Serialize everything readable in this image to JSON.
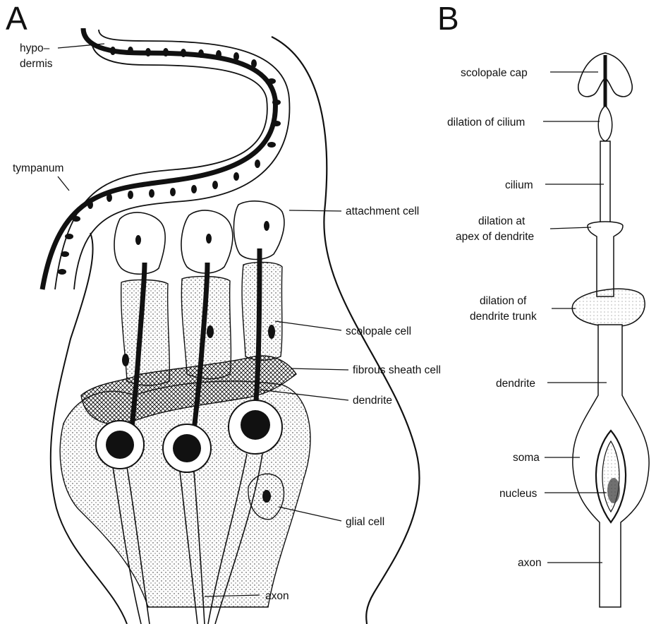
{
  "panels": [
    {
      "letter": "A",
      "labels": {
        "hypodermis_1": "hypo–",
        "hypodermis_2": "dermis",
        "tympanum": "tympanum",
        "attachment_cell": "attachment cell",
        "scolopale_cell": "scolopale cell",
        "fibrous_sheath_cell": "fibrous sheath cell",
        "dendrite": "dendrite",
        "glial_cell": "glial cell",
        "axon": "axon"
      }
    },
    {
      "letter": "B",
      "labels": {
        "scolopale_cap": "scolopale cap",
        "dilation_of_cilium": "dilation of cilium",
        "cilium": "cilium",
        "dilation_apex_1": "dilation at",
        "dilation_apex_2": "apex of dendrite",
        "dilation_trunk_1": "dilation of",
        "dilation_trunk_2": "dendrite trunk",
        "dendrite": "dendrite",
        "soma": "soma",
        "nucleus": "nucleus",
        "axon": "axon"
      }
    }
  ]
}
